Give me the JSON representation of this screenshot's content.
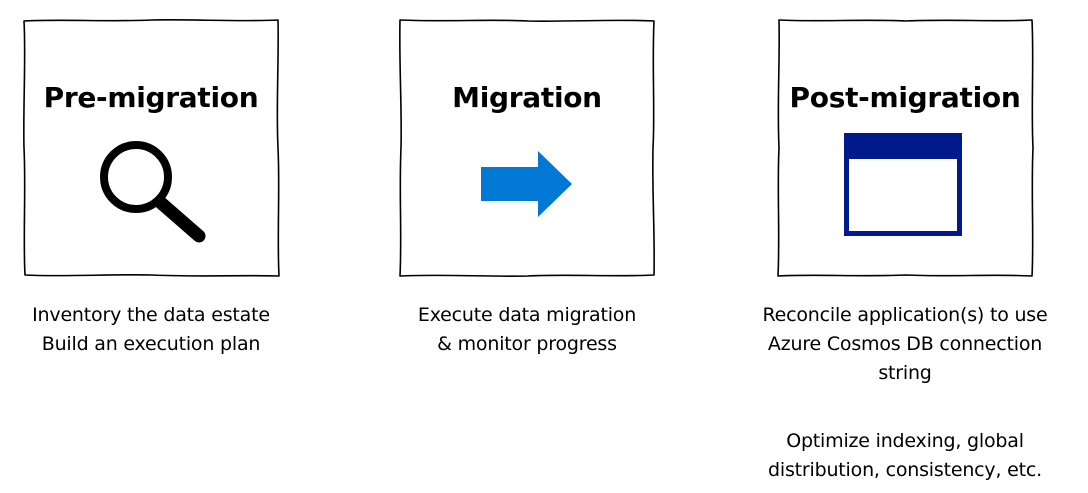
{
  "stages": [
    {
      "title": "Pre-migration",
      "icon": "magnifier-icon",
      "captions": [
        "Inventory the data estate",
        "Build an execution plan"
      ]
    },
    {
      "title": "Migration",
      "icon": "arrow-right-icon",
      "captions": [
        "Execute data migration",
        "& monitor progress"
      ]
    },
    {
      "title": "Post-migration",
      "icon": "window-icon",
      "captions": [
        "Reconcile application(s) to use",
        "Azure Cosmos DB connection",
        "string"
      ],
      "extra_captions": [
        "Optimize indexing, global",
        "distribution, consistency, etc."
      ]
    }
  ],
  "colors": {
    "arrow": "#0078D4",
    "window": "#001A8C",
    "stroke": "#000000"
  }
}
